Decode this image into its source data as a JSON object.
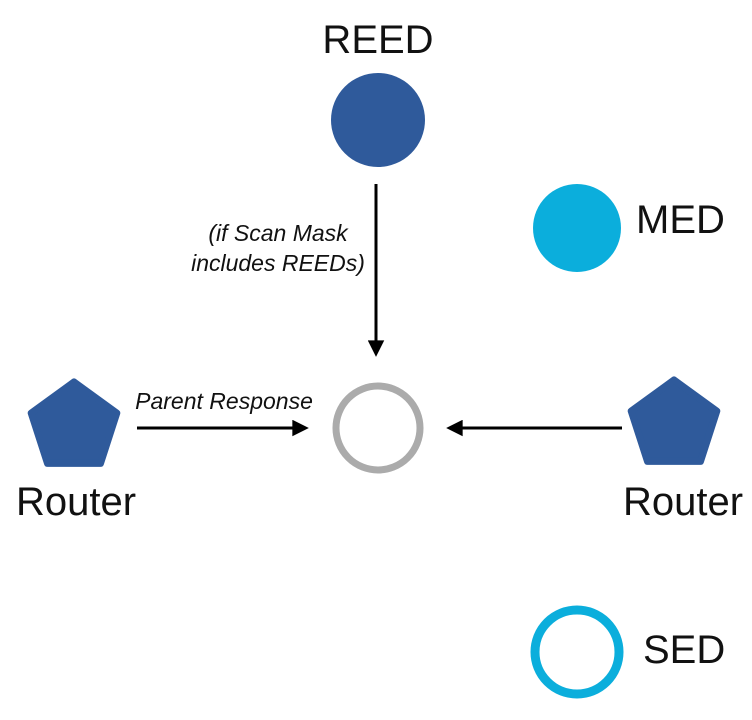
{
  "nodes": {
    "reed": {
      "label": "REED",
      "shape": "circle",
      "style": "filled-blue"
    },
    "med": {
      "label": "MED",
      "shape": "circle",
      "style": "filled-cyan"
    },
    "center": {
      "label": "",
      "shape": "circle",
      "style": "outline-gray"
    },
    "router_left": {
      "label": "Router",
      "shape": "pentagon",
      "style": "filled-blue"
    },
    "router_right": {
      "label": "Router",
      "shape": "pentagon",
      "style": "filled-blue"
    },
    "sed": {
      "label": "SED",
      "shape": "circle",
      "style": "outline-cyan"
    }
  },
  "annotations": {
    "scan_mask": {
      "line1": "(if Scan Mask",
      "line2": "includes REEDs)"
    },
    "parent_response": "Parent Response"
  },
  "colors": {
    "node_blue": "#2F5A9B",
    "node_cyan": "#0BAEDC",
    "center_gray": "#ABABAB",
    "line_black": "#000000",
    "text_black": "#111111"
  }
}
